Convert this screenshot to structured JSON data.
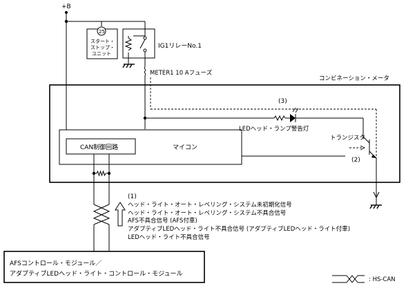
{
  "supply": {
    "label": "+B"
  },
  "start_stop_unit": {
    "number": "25",
    "line1": "スタート・",
    "line2": "ストップ・",
    "line3": "ユニット"
  },
  "relay": {
    "label": "IG1リレーNo.1"
  },
  "fuse": {
    "label": "METER1 10 Aフューズ"
  },
  "meter": {
    "label": "コンビネーション・メータ",
    "can_circuit": "CAN制御回路",
    "microcomputer": "マイコン",
    "warning_lamp": "LEDヘッド・ランプ警告灯",
    "transistor": "トランジスタ"
  },
  "markers": {
    "m1": "(1)",
    "m2": "(2)",
    "m3": "(3)"
  },
  "signals": [
    "ヘッド・ライト・オート・レベリング・システム未初期化信号",
    "ヘッド・ライト・オート・レベリング・システム不具合信号",
    "AFS不具合信号 (AFS付車)",
    "アダプティブLEDヘッド・ライト不具合信号 (アダプティブLEDヘッド・ライト付車)",
    "LEDヘッド・ライト不具合信号"
  ],
  "afs_module": {
    "line1": "AFSコントロール・モジュール／",
    "line2": "アダプティブLEDヘッド・ライト・コントロール・モジュール"
  },
  "legend": {
    "label": ": HS-CAN"
  }
}
